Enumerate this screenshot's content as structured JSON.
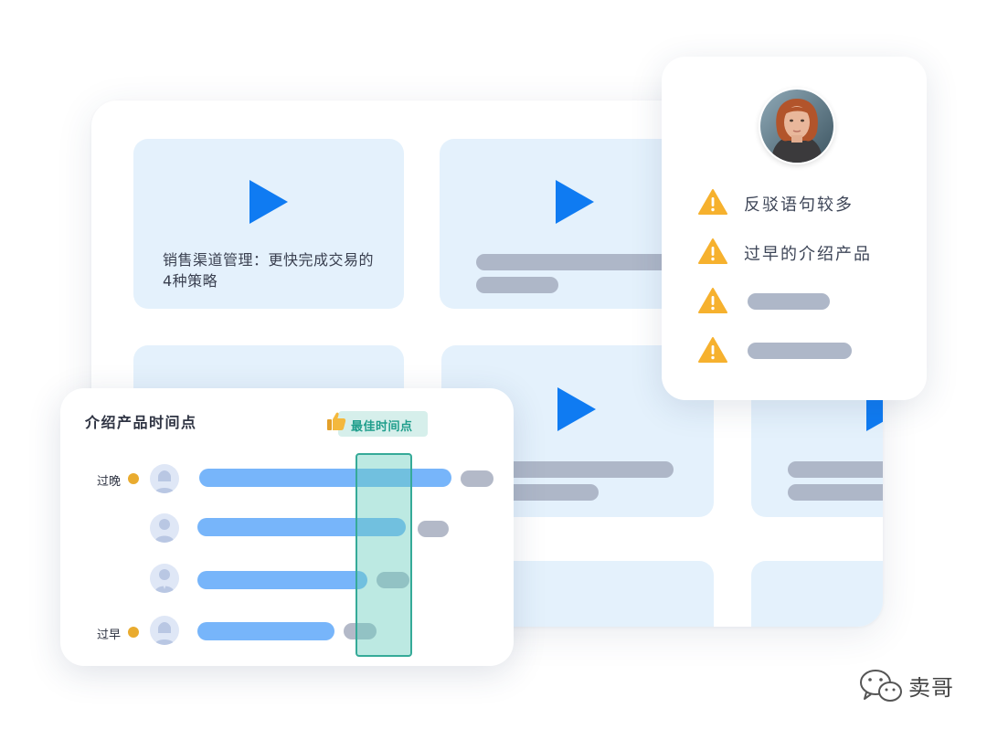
{
  "video_grid": {
    "featured_video_title": "销售渠道管理：更快完成交易的4种策略"
  },
  "issues_card": {
    "issues": [
      {
        "label": "反驳语句较多",
        "icon": "warning-icon"
      },
      {
        "label": "过早的介绍产品",
        "icon": "warning-icon"
      },
      {
        "label": "",
        "icon": "warning-icon"
      },
      {
        "label": "",
        "icon": "warning-icon"
      }
    ],
    "colors": {
      "warning": "#f6b12e"
    }
  },
  "timing_card": {
    "title": "介绍产品时间点",
    "best_time_label": "最佳时间点",
    "late_label": "过晚",
    "early_label": "过早",
    "colors": {
      "progress": "#77b5fa",
      "highlight": "#6acebe",
      "dot": "#e9ab2f"
    }
  },
  "watermark": {
    "text": "卖哥"
  }
}
